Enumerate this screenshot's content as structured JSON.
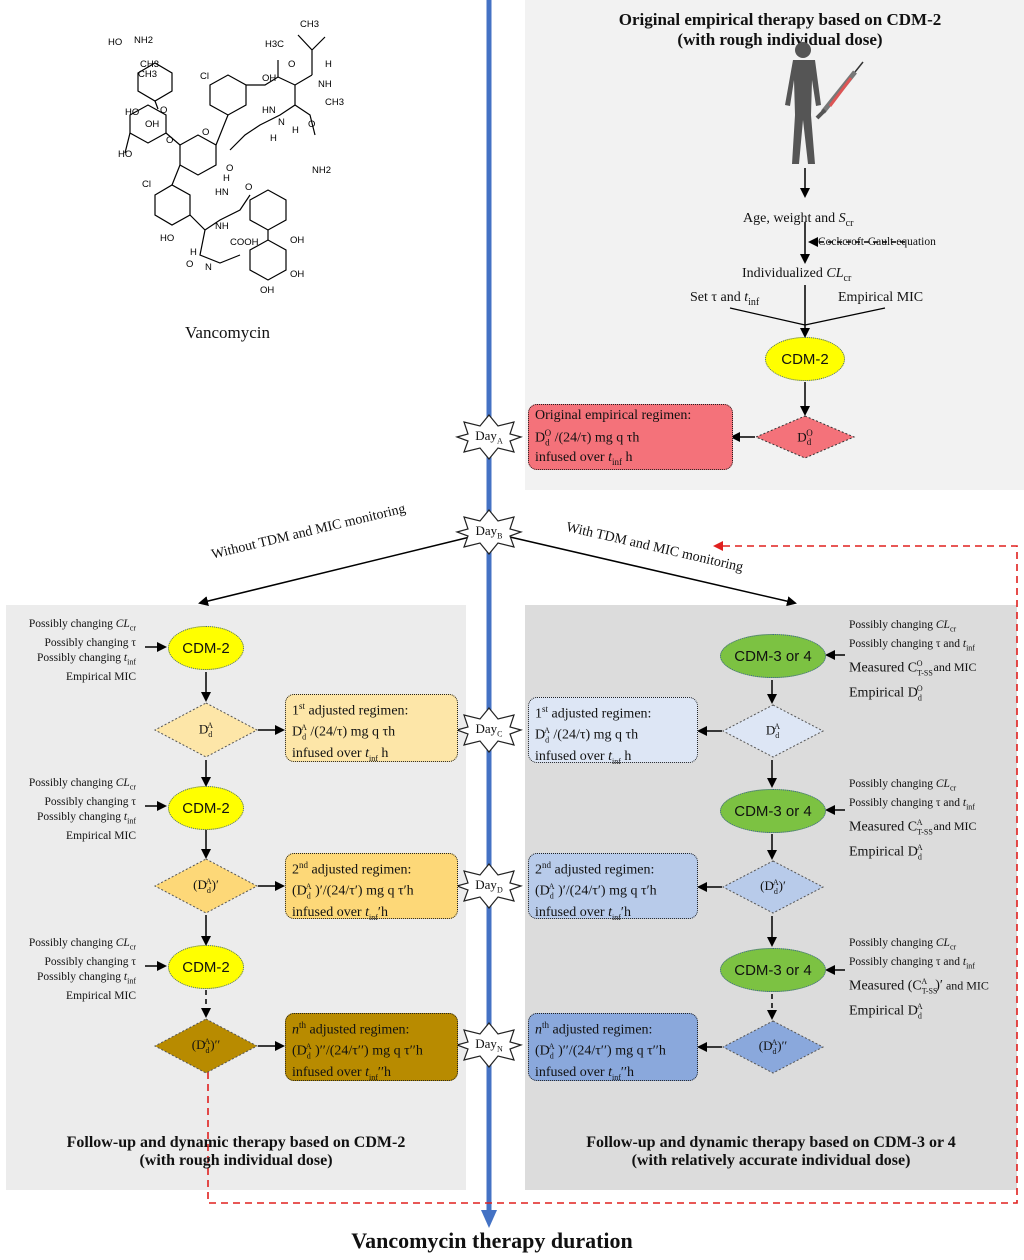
{
  "molecule": {
    "name": "Vancomycin",
    "atoms": [
      "HO",
      "NH2",
      "CH3",
      "CH3",
      "H3C",
      "CH3",
      "H",
      "NH",
      "CH3",
      "OH",
      "O",
      "O",
      "O",
      "Cl",
      "Cl",
      "HO",
      "OH",
      "HO",
      "O",
      "H",
      "N",
      "HN",
      "H",
      "O",
      "NH2",
      "HN",
      "O",
      "O",
      "NH",
      "H",
      "HO",
      "H",
      "COOH",
      "OH",
      "N",
      "O",
      "OH",
      "OH"
    ]
  },
  "top_panel": {
    "title_line1": "Original empirical therapy based on CDM-2",
    "title_line2": "(with rough individual dose)",
    "age_weight": "Age, weight and ",
    "scr_sym": "S",
    "scr_sub": "cr",
    "cockcroft": "Cockcroft-Gault equation",
    "indiv_clcr": "Individualized ",
    "cl_sym": "CL",
    "cl_sub": "cr",
    "set_tau": "Set τ and ",
    "t_sym": "t",
    "inf_sub": "inf",
    "empirical_mic": "Empirical MIC",
    "cdm2": "CDM-2",
    "diamond_d": "D",
    "diamond_sub": "d",
    "diamond_sup": "O",
    "regimen_line1": "Original empirical regimen:",
    "regimen_line2_a": "D",
    "regimen_line2_sub": "d",
    "regimen_line2_sup": "O",
    "regimen_line2_b": " /(24/τ) mg q τh",
    "regimen_line3_a": "infused over ",
    "regimen_line3_t": "t",
    "regimen_line3_sub": "inf",
    "regimen_line3_b": " h"
  },
  "days": {
    "a": {
      "label": "Day",
      "sub": "A"
    },
    "b": {
      "label": "Day",
      "sub": "B"
    },
    "c": {
      "label": "Day",
      "sub": "C"
    },
    "d": {
      "label": "Day",
      "sub": "D"
    },
    "n": {
      "label": "Day",
      "sub": "N"
    }
  },
  "branch": {
    "without": "Without TDM and MIC monitoring",
    "with": "With TDM and MIC monitoring"
  },
  "left": {
    "side1": [
      "Possibly changing ",
      "Possibly changing τ",
      "Possibly changing ",
      "Empirical  MIC"
    ],
    "side_cl": "CL",
    "side_cr": "cr",
    "side_t": "t",
    "side_inf": "inf",
    "cdm": "CDM-2",
    "d1_sup": "A",
    "d2_label": "(D",
    "d2_prime": ")′",
    "d3_prime": ")′′",
    "box1": {
      "l1_sup": "st",
      "l1": "1",
      "l1_rest": " adjusted regimen:",
      "l2": " /(24/τ) mg q τh",
      "l3a": "infused over ",
      "l3b": " h"
    },
    "box2": {
      "l1": "2",
      "l1_sup": "nd",
      "l1_rest": " adjusted regimen:",
      "l2": " )′/(24/τ′) mg q τ′h",
      "l3a": "infused over ",
      "l3b": "′h"
    },
    "box3": {
      "l1": "n",
      "l1_sup": "th",
      "l1_rest": " adjusted regimen:",
      "l2": " )′′/(24/τ′′) mg q τ′′h",
      "l3a": "infused over ",
      "l3b": "′′h"
    },
    "footer_line1": "Follow-up and dynamic therapy based on CDM-2",
    "footer_line2": "(with rough individual dose)"
  },
  "right": {
    "side_a": "Possibly changing ",
    "side_b": "Possibly changing τ and ",
    "measured": "Measured ",
    "and_mic": " and MIC",
    "empirical": "Empirical ",
    "c_sym": "C",
    "tss_sub": "T-SS",
    "sup_o": "O",
    "sup_a": "A",
    "cdm": "CDM-3 or 4",
    "footer_line1": "Follow-up and dynamic therapy based on CDM-3 or 4",
    "footer_line2": "(with relatively accurate individual dose)"
  },
  "axis_label": "Vancomycin therapy duration",
  "colors": {
    "timeline": "#4472c4",
    "red_dash": "#e0201e",
    "yellow": "#ffff00",
    "green": "#7cc242",
    "red_box": "#f4727a",
    "left_box1": "#fde6a8",
    "left_box2": "#fdd878",
    "left_box3": "#b88b00",
    "right_box1": "#dde6f5",
    "right_box2": "#b8cbea",
    "right_box3": "#8aa8dc",
    "panel_top": "#f2f2f2",
    "panel_left": "#ececec",
    "panel_right": "#dcdcdc"
  }
}
